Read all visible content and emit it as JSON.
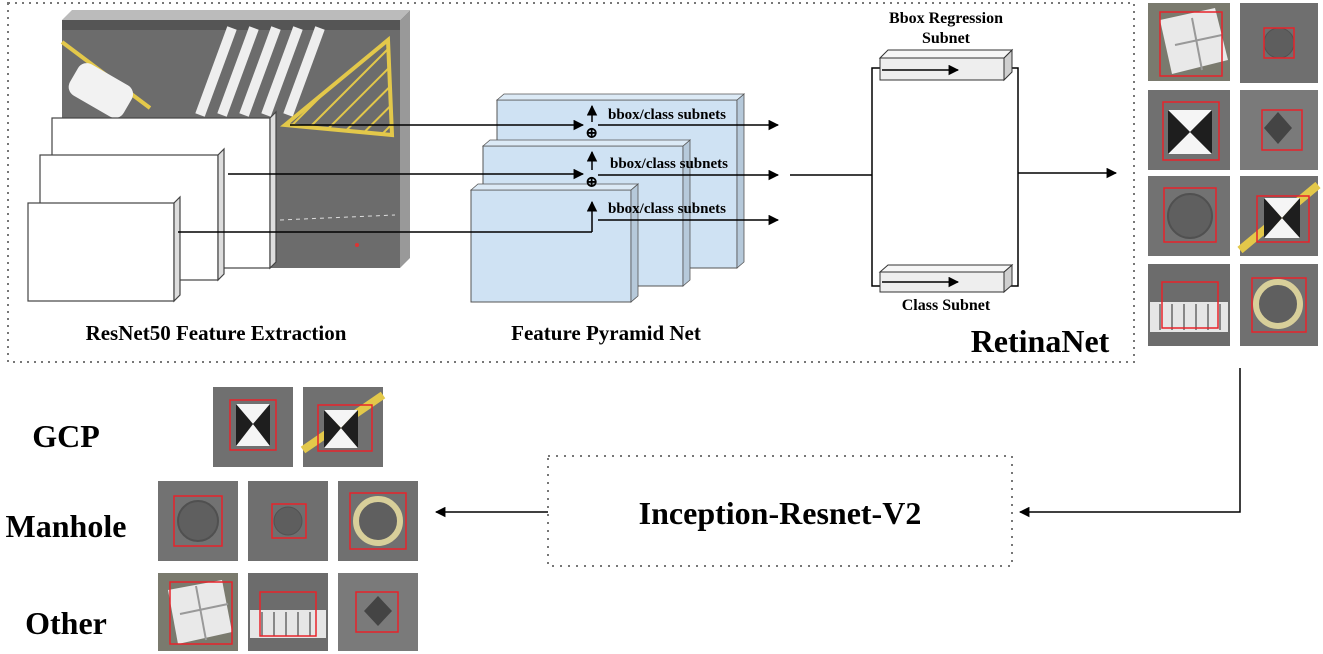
{
  "labels": {
    "resnet": "ResNet50 Feature Extraction",
    "fpn": "Feature Pyramid Net",
    "bbox_subnet_line1": "Bbox Regression",
    "bbox_subnet_line2": "Subnet",
    "class_subnet": "Class Subnet",
    "retinanet": "RetinaNet",
    "inception": "Inception-Resnet-V2",
    "subnets_1": "bbox/class subnets",
    "subnets_2": "bbox/class subnets",
    "subnets_3": "bbox/class subnets",
    "sum_symbol_1": "⊕",
    "sum_symbol_2": "⊕"
  },
  "categories": [
    {
      "name": "GCP"
    },
    {
      "name": "Manhole"
    },
    {
      "name": "Other"
    }
  ],
  "colors": {
    "fpn_fill": "#cfe2f3",
    "box_highlight": "#e8232a",
    "asphalt": "#6a6a6a",
    "road_marking_yellow": "#e3c84a"
  }
}
